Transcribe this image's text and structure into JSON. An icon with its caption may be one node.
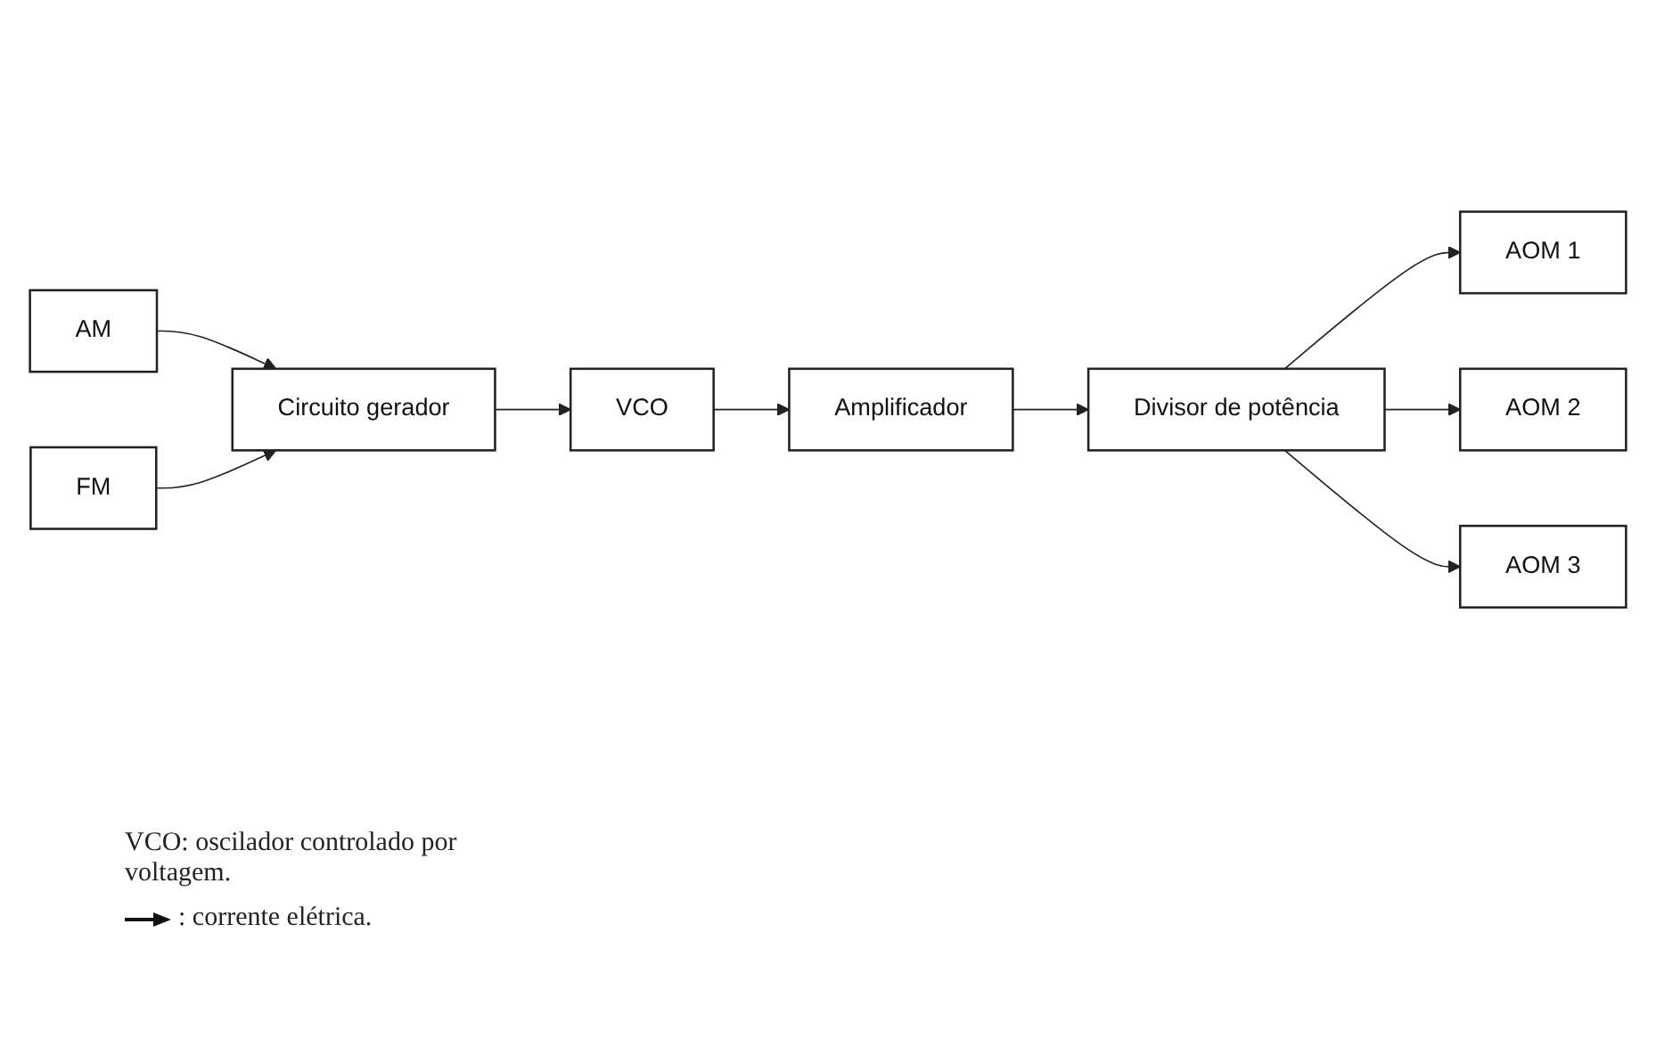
{
  "diagram": {
    "nodes": [
      {
        "text": [
          "AM"
        ]
      },
      {
        "text": [
          "FM"
        ]
      },
      {
        "text": [
          "Circuito gerador"
        ]
      },
      {
        "text": [
          "VCO"
        ]
      },
      {
        "text": [
          "Amplificador"
        ]
      },
      {
        "text": [
          "Divisor de potência"
        ]
      },
      {
        "text": [
          "AOM 1"
        ]
      },
      {
        "text": [
          "AOM 2"
        ]
      },
      {
        "text": [
          "AOM 3"
        ]
      }
    ],
    "edges": [
      {
        "from": 0,
        "to": 2,
        "arrow": "to"
      },
      {
        "from": 1,
        "to": 2,
        "arrow": "to"
      },
      {
        "from": 2,
        "to": 3,
        "arrow": "to"
      },
      {
        "from": 3,
        "to": 4,
        "arrow": "to"
      },
      {
        "from": 4,
        "to": 5,
        "arrow": "to"
      },
      {
        "from": 5,
        "to": 6,
        "arrow": "to"
      },
      {
        "from": 5,
        "to": 7,
        "arrow": "to"
      },
      {
        "from": 5,
        "to": 8,
        "arrow": "to"
      }
    ],
    "labels": [
      "VCO: oscilador controlado por voltagem."
    ],
    "legend": [
      {
        "text": ": corrente elétrica."
      }
    ]
  }
}
